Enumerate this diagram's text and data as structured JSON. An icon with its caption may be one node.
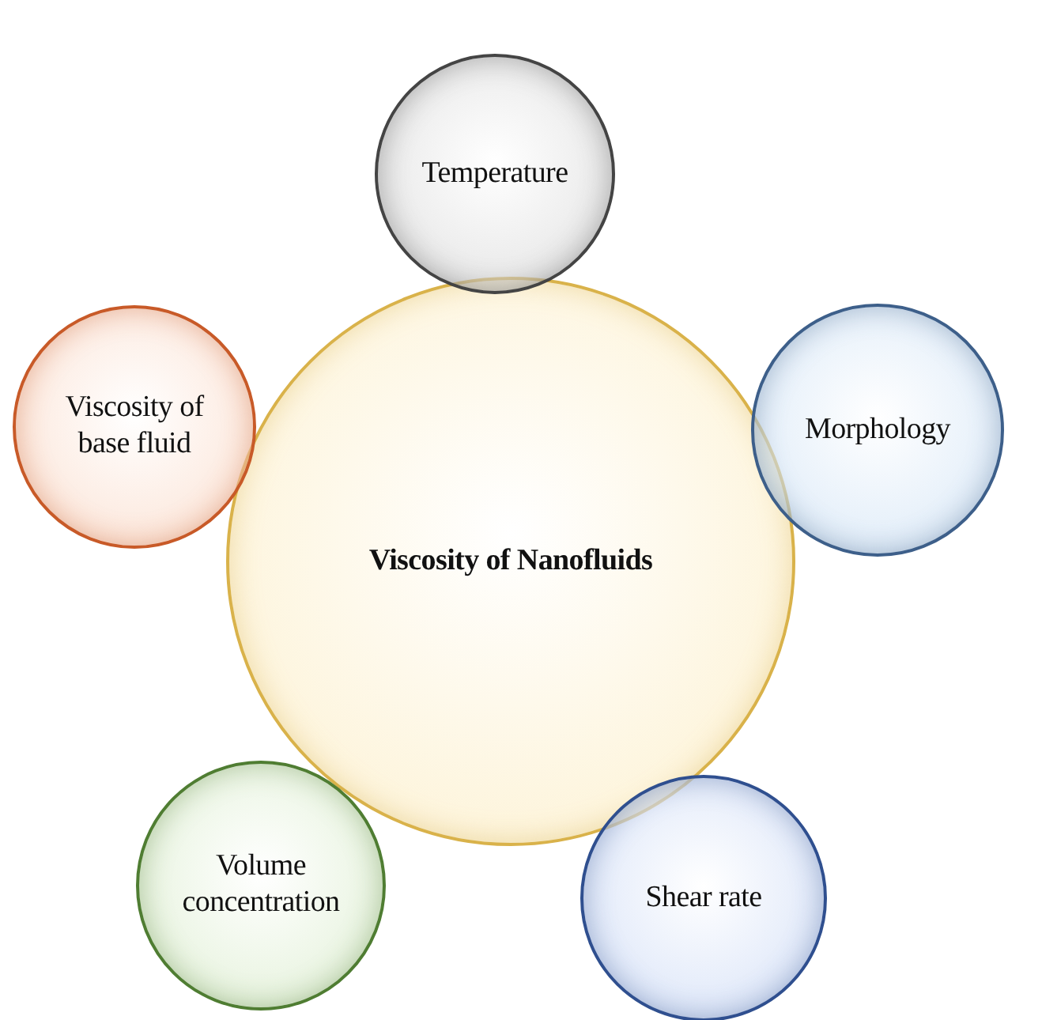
{
  "diagram": {
    "nodes": [
      {
        "text": [
          "Temperature"
        ]
      },
      {
        "text": [
          "Viscosity of base fluid"
        ]
      },
      {
        "text": [
          "Morphology"
        ]
      },
      {
        "text": [
          "Viscosity of Nanofluids"
        ]
      },
      {
        "text": [
          "Volume concentration"
        ]
      },
      {
        "text": [
          "Shear rate"
        ]
      }
    ]
  }
}
